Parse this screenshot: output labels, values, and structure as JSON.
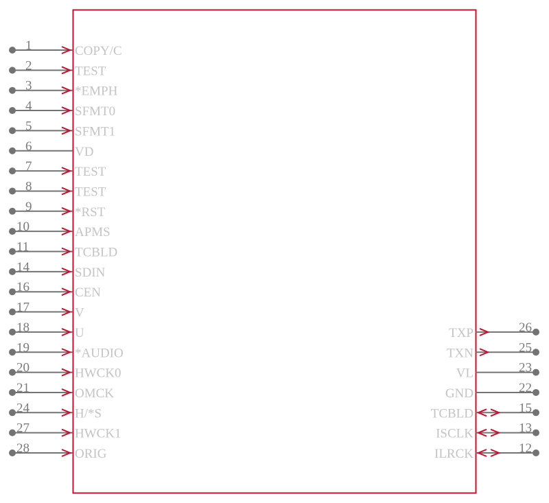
{
  "colors": {
    "body": "#c8102e",
    "pin": "#737373",
    "label": "#c4c4c4",
    "number": "#7a7a7a"
  },
  "left_pins": [
    {
      "number": "1",
      "name": "COPY/C",
      "type": "input"
    },
    {
      "number": "2",
      "name": "TEST",
      "type": "input"
    },
    {
      "number": "3",
      "name": "*EMPH",
      "type": "input"
    },
    {
      "number": "4",
      "name": "SFMT0",
      "type": "input"
    },
    {
      "number": "5",
      "name": "SFMT1",
      "type": "input"
    },
    {
      "number": "6",
      "name": "VD",
      "type": "power"
    },
    {
      "number": "7",
      "name": "TEST",
      "type": "input"
    },
    {
      "number": "8",
      "name": "TEST",
      "type": "input"
    },
    {
      "number": "9",
      "name": "*RST",
      "type": "input"
    },
    {
      "number": "10",
      "name": "APMS",
      "type": "input"
    },
    {
      "number": "11",
      "name": "TCBLD",
      "type": "input"
    },
    {
      "number": "14",
      "name": "SDIN",
      "type": "input"
    },
    {
      "number": "16",
      "name": "CEN",
      "type": "input"
    },
    {
      "number": "17",
      "name": "V",
      "type": "input"
    },
    {
      "number": "18",
      "name": "U",
      "type": "input"
    },
    {
      "number": "19",
      "name": "*AUDIO",
      "type": "input"
    },
    {
      "number": "20",
      "name": "HWCK0",
      "type": "input"
    },
    {
      "number": "21",
      "name": "OMCK",
      "type": "input"
    },
    {
      "number": "24",
      "name": "H/*S",
      "type": "input"
    },
    {
      "number": "27",
      "name": "HWCK1",
      "type": "input"
    },
    {
      "number": "28",
      "name": "ORIG",
      "type": "input"
    }
  ],
  "right_pins": [
    {
      "number": "26",
      "name": "TXP",
      "type": "output",
      "row": 14
    },
    {
      "number": "25",
      "name": "TXN",
      "type": "output",
      "row": 15
    },
    {
      "number": "23",
      "name": "VL",
      "type": "power",
      "row": 16
    },
    {
      "number": "22",
      "name": "GND",
      "type": "power",
      "row": 17
    },
    {
      "number": "15",
      "name": "TCBLD",
      "type": "bidirectional",
      "row": 18
    },
    {
      "number": "13",
      "name": "ISCLK",
      "type": "bidirectional",
      "row": 19
    },
    {
      "number": "12",
      "name": "ILRCK",
      "type": "bidirectional",
      "row": 20
    }
  ]
}
